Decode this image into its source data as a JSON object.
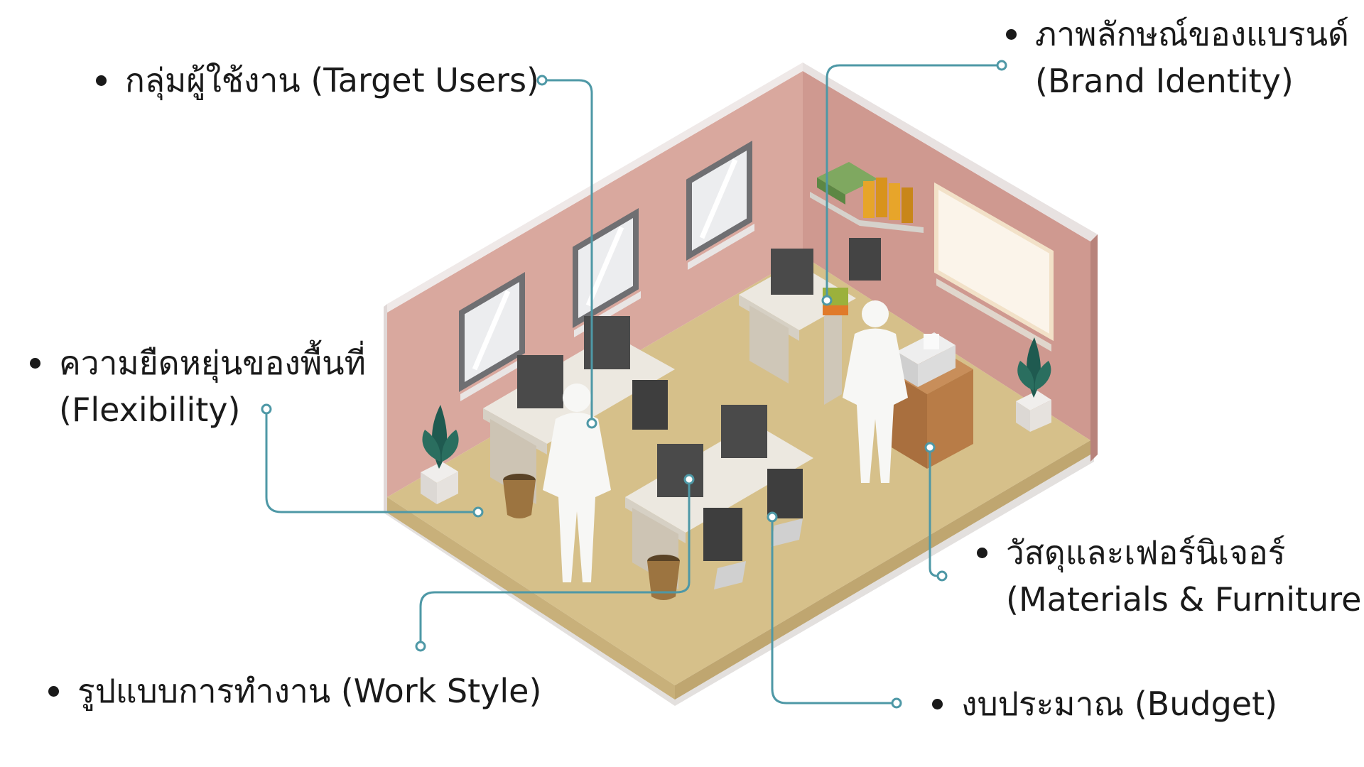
{
  "colors": {
    "connector": "#4e98a6",
    "wall": "#d9a89e",
    "wall_side": "#cf9990",
    "floor": "#d6c08a",
    "wall_top": "#efe9e8",
    "desk": "#ece8e0",
    "text": "#1a1a1a"
  },
  "labels": {
    "target_users": {
      "line1": "กลุ่มผู้ใช้งาน (Target Users)"
    },
    "brand_identity": {
      "line1": "ภาพลักษณ์ของแบรนด์",
      "line2": "(Brand Identity)"
    },
    "flexibility": {
      "line1": "ความยืดหยุ่นของพื้นที่",
      "line2": "(Flexibility)"
    },
    "materials": {
      "line1": "วัสดุและเฟอร์นิเจอร์",
      "line2": "(Materials & Furniture)"
    },
    "work_style": {
      "line1": "รูปแบบการทำงาน (Work Style)"
    },
    "budget": {
      "line1": "งบประมาณ (Budget)"
    }
  },
  "icons": {
    "room": "isometric-office-room-illustration",
    "bullet": "bullet-dot-icon",
    "connector_end": "connector-circle-icon"
  }
}
